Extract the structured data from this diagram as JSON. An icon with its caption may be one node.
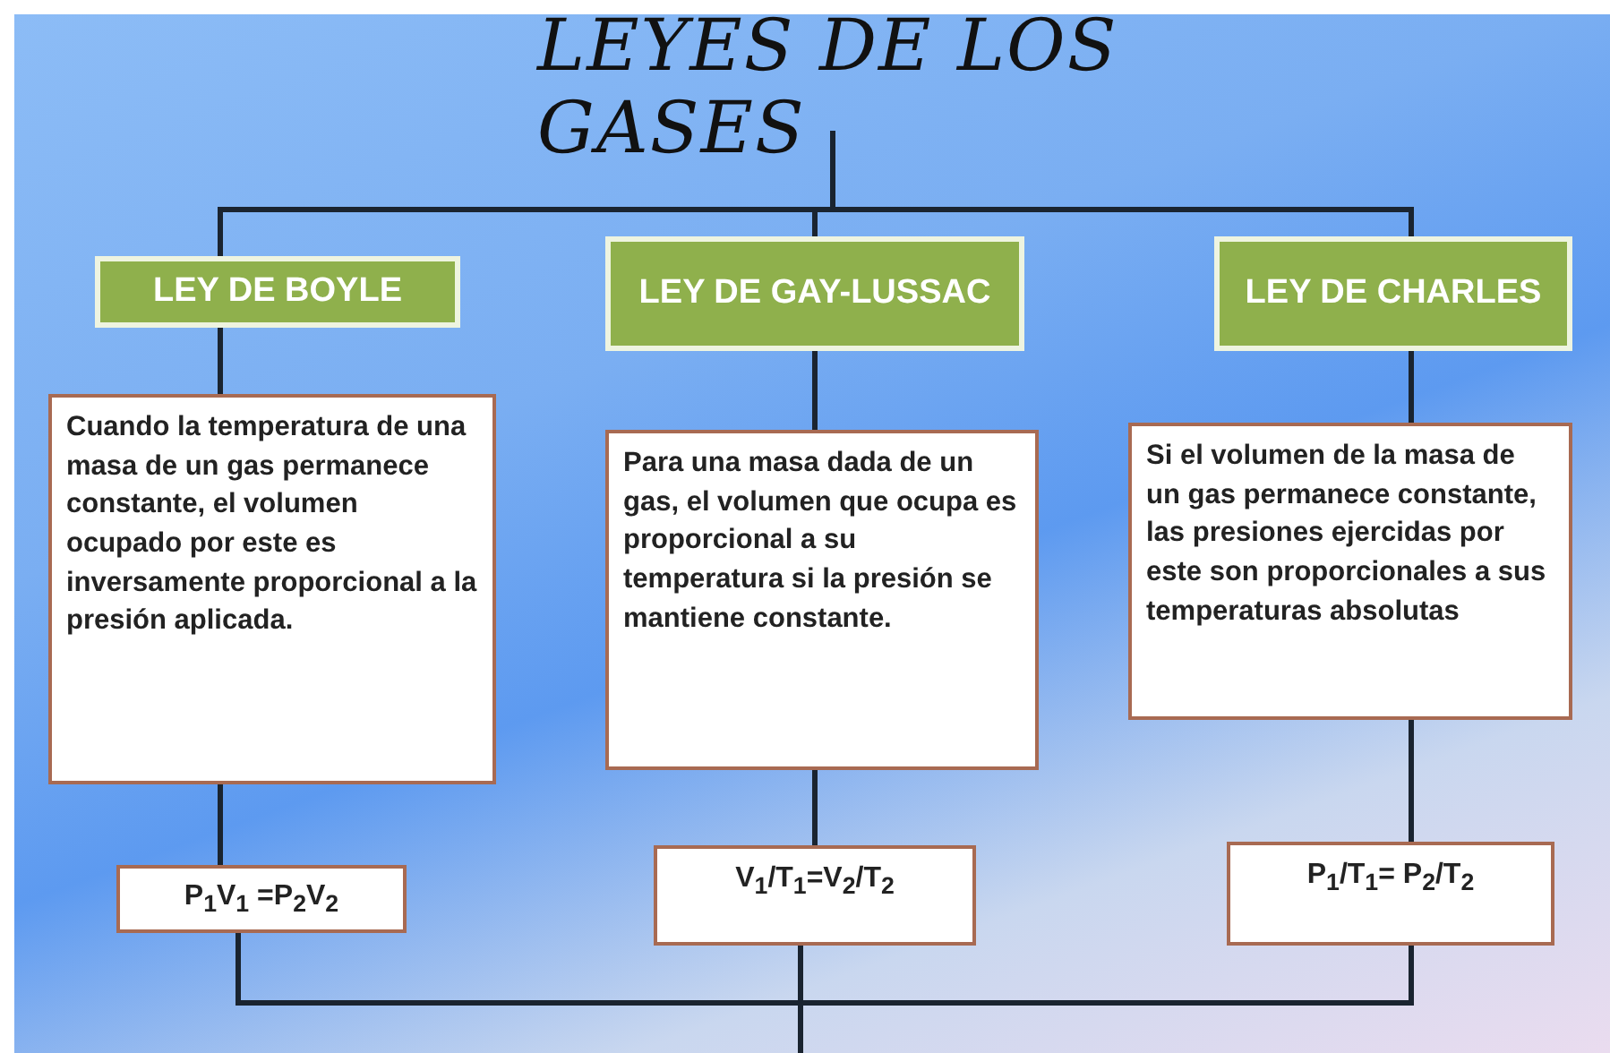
{
  "diagram": {
    "nodes": [
      {
        "text": [
          "LEYES DE LOS GASES"
        ]
      },
      {
        "text": [
          "LEY DE BOYLE"
        ]
      },
      {
        "text": [
          "LEY DE GAY-LUSSAC"
        ]
      },
      {
        "text": [
          "LEY DE CHARLES"
        ]
      },
      {
        "text": [
          "Cuando la temperatura de una masa de un gas permanece constante, el volumen ocupado por este es inversamente proporcional a la presión aplicada."
        ]
      },
      {
        "text": [
          "Para una masa dada de un gas, el volumen que ocupa es proporcional a su temperatura si la presión  se mantiene constante."
        ]
      },
      {
        "text": [
          "Si el volumen de la masa de un gas permanece constante, las presiones ejercidas por este son proporcionales a sus temperaturas absolutas"
        ]
      },
      {
        "text": [
          "P$_{1}$V$_{1}$ =P$_{2}$V$_{2}$"
        ]
      },
      {
        "text": [
          "V$_{1}$/T$_{1}$=V$_{2}$/T$_{2}$"
        ]
      },
      {
        "text": [
          "P$_{1}$/T$_{1}$= P$_{2}$/T$_{2}$"
        ]
      }
    ],
    "edges": [
      {
        "from": 0,
        "to": 1,
        "arrow": "none"
      },
      {
        "from": 0,
        "to": 2,
        "arrow": "none"
      },
      {
        "from": 0,
        "to": 3,
        "arrow": "none"
      },
      {
        "from": 1,
        "to": 4,
        "arrow": "none"
      },
      {
        "from": 2,
        "to": 5,
        "arrow": "none"
      },
      {
        "from": 3,
        "to": 6,
        "arrow": "none"
      },
      {
        "from": 4,
        "to": 7,
        "arrow": "none"
      },
      {
        "from": 5,
        "to": 8,
        "arrow": "none"
      },
      {
        "from": 6,
        "to": 9,
        "arrow": "none"
      },
      {
        "from": 7,
        "to": null,
        "arrow": "none"
      },
      {
        "from": 8,
        "to": null,
        "arrow": "none"
      },
      {
        "from": 9,
        "to": null,
        "arrow": "none"
      }
    ]
  }
}
